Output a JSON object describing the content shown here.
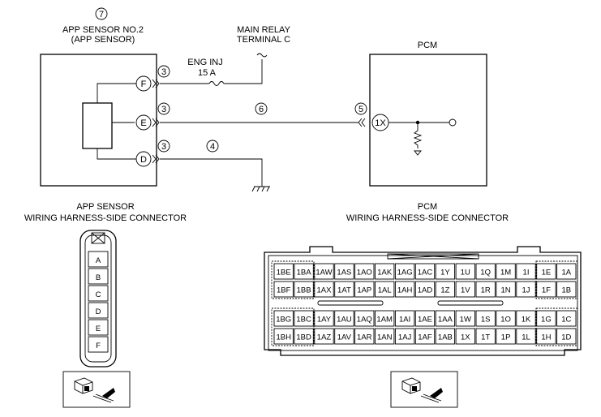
{
  "app_sensor": {
    "callout": "7",
    "title_line1": "APP SENSOR NO.2",
    "title_line2": "(APP SENSOR)",
    "terminals": [
      "F",
      "E",
      "D"
    ],
    "terminal_callouts": [
      "3",
      "3",
      "3"
    ],
    "connector_title_line1": "APP SENSOR",
    "connector_title_line2": "WIRING HARNESS-SIDE CONNECTOR",
    "connector_pins": [
      "A",
      "B",
      "C",
      "D",
      "E",
      "F"
    ]
  },
  "relay": {
    "line1": "MAIN RELAY",
    "line2": "TERMINAL C"
  },
  "fuse": {
    "line1": "ENG INJ",
    "line2": "15 A"
  },
  "wires": {
    "signal_callout": "6",
    "ground_callout": "4"
  },
  "pcm": {
    "title": "PCM",
    "terminal": "1X",
    "terminal_callout": "5",
    "connector_title_line1": "PCM",
    "connector_title_line2": "WIRING HARNESS-SIDE CONNECTOR",
    "rows": [
      [
        "1BE",
        "1BA",
        "1AW",
        "1AS",
        "1AO",
        "1AK",
        "1AG",
        "1AC",
        "1Y",
        "1U",
        "1Q",
        "1M",
        "1I",
        "1E",
        "1A"
      ],
      [
        "1BF",
        "1BB",
        "1AX",
        "1AT",
        "1AP",
        "1AL",
        "1AH",
        "1AD",
        "1Z",
        "1V",
        "1R",
        "1N",
        "1J",
        "1F",
        "1B"
      ],
      [
        "1BG",
        "1BC",
        "1AY",
        "1AU",
        "1AQ",
        "1AM",
        "1AI",
        "1AE",
        "1AA",
        "1W",
        "1S",
        "1O",
        "1K",
        "1G",
        "1C"
      ],
      [
        "1BH",
        "1BD",
        "1AZ",
        "1AV",
        "1AR",
        "1AN",
        "1AJ",
        "1AF",
        "1AB",
        "1X",
        "1T",
        "1P",
        "1L",
        "1H",
        "1D"
      ]
    ]
  }
}
